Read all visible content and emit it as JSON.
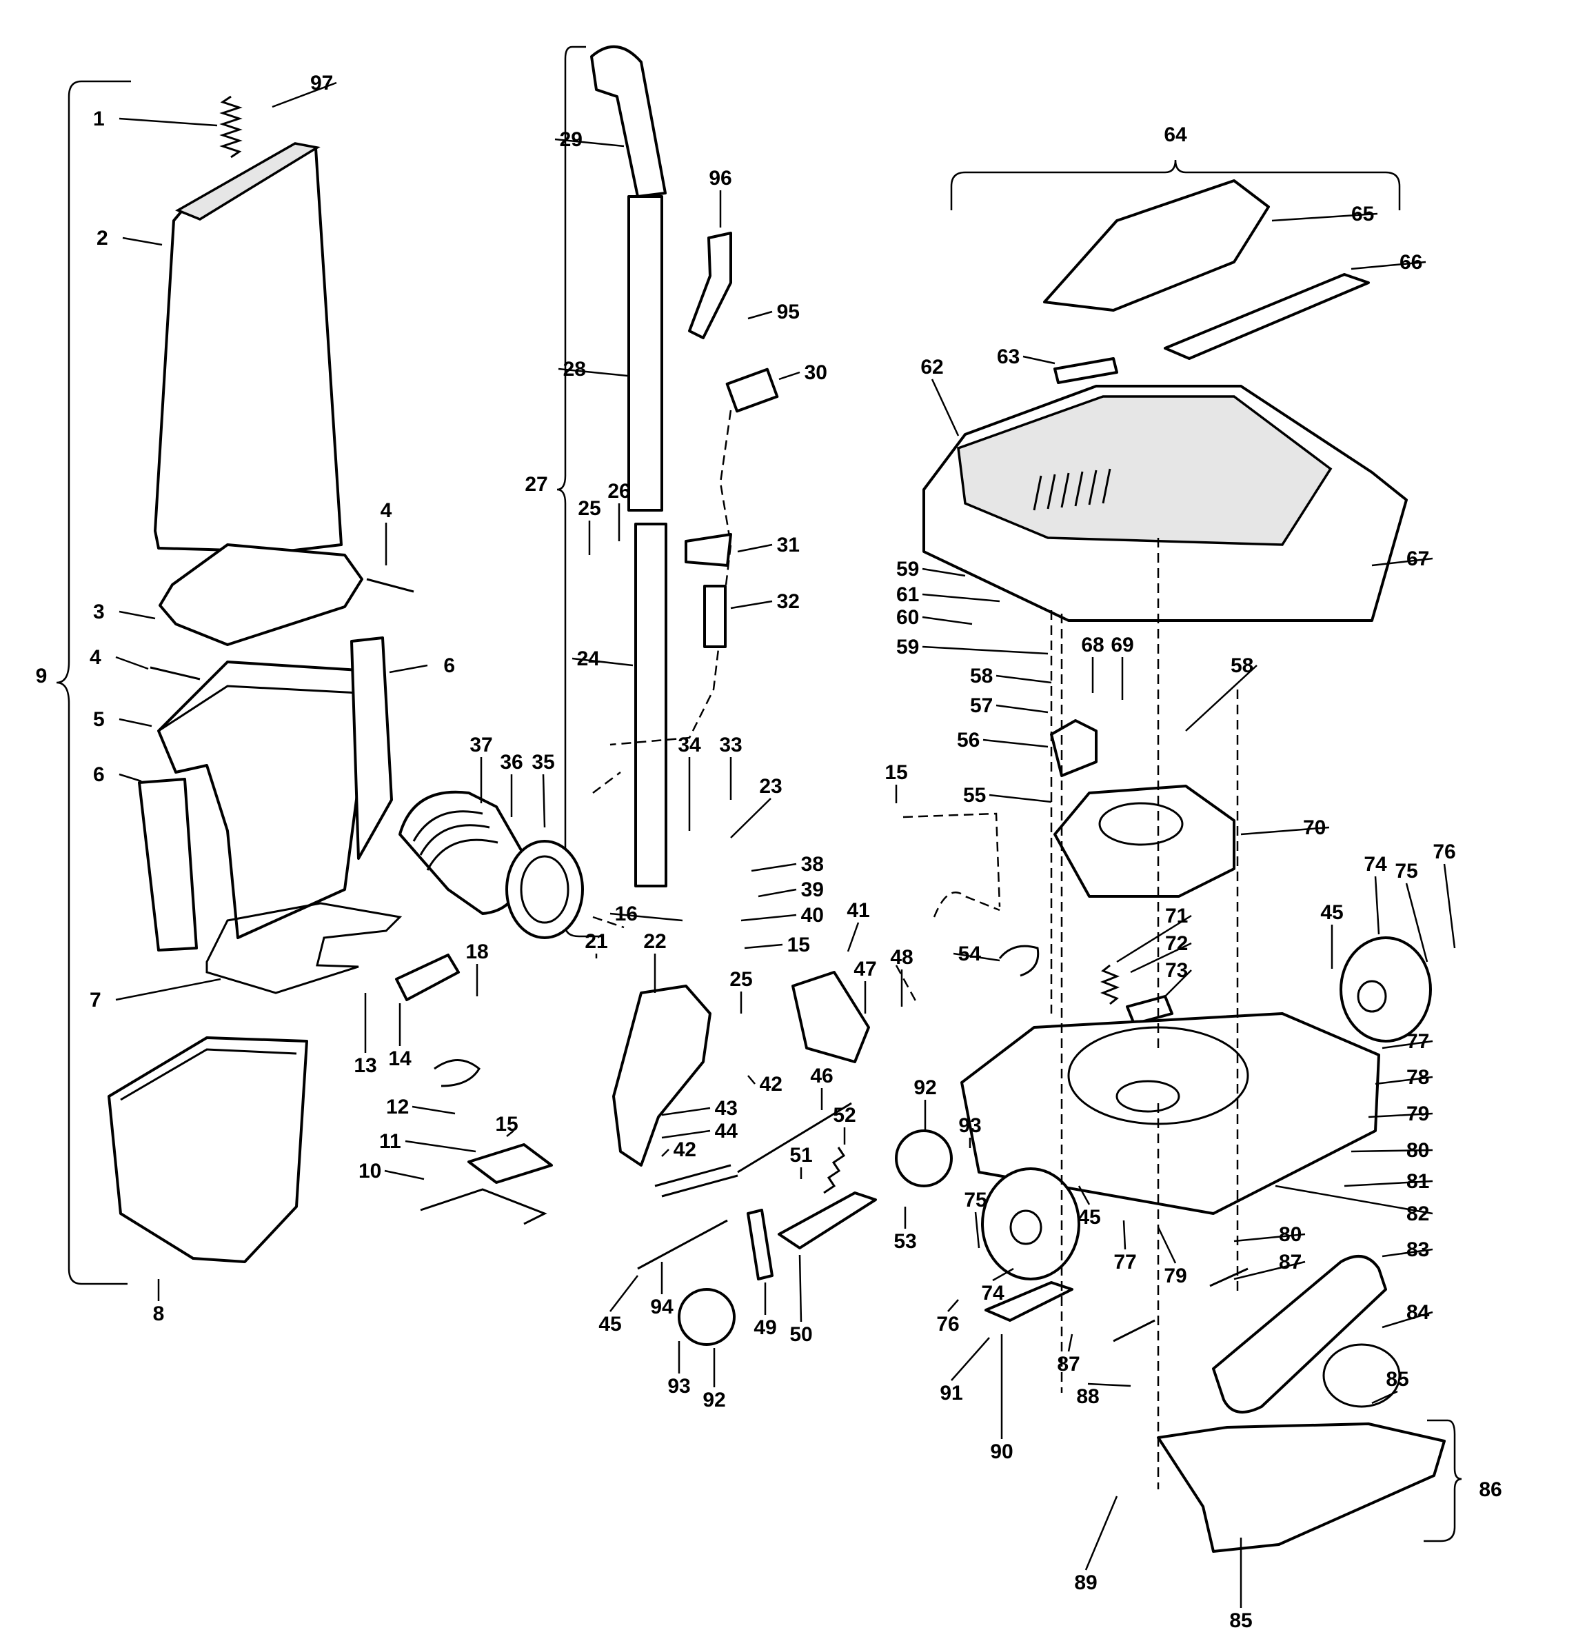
{
  "labels": [
    "1",
    "97",
    "2",
    "4",
    "3",
    "4",
    "5",
    "6",
    "6",
    "9",
    "7",
    "8",
    "29",
    "96",
    "95",
    "28",
    "30",
    "27",
    "26",
    "25",
    "31",
    "32",
    "24",
    "37",
    "36",
    "35",
    "34",
    "33",
    "23",
    "38",
    "39",
    "16",
    "40",
    "15",
    "21",
    "22",
    "18",
    "13",
    "14",
    "12",
    "15",
    "11",
    "10",
    "25",
    "42",
    "43",
    "44",
    "42",
    "41",
    "47",
    "48",
    "46",
    "52",
    "51",
    "94",
    "45",
    "49",
    "50",
    "92",
    "93",
    "53",
    "93",
    "92",
    "64",
    "65",
    "66",
    "63",
    "62",
    "67",
    "59",
    "61",
    "60",
    "59",
    "58",
    "68",
    "69",
    "58",
    "57",
    "56",
    "55",
    "15",
    "70",
    "54",
    "71",
    "72",
    "73",
    "45",
    "74",
    "75",
    "76",
    "77",
    "78",
    "79",
    "80",
    "81",
    "82",
    "75",
    "45",
    "77",
    "79",
    "74",
    "76",
    "80",
    "87",
    "83",
    "84",
    "91",
    "87",
    "88",
    "90",
    "89",
    "85",
    "86",
    "85"
  ]
}
